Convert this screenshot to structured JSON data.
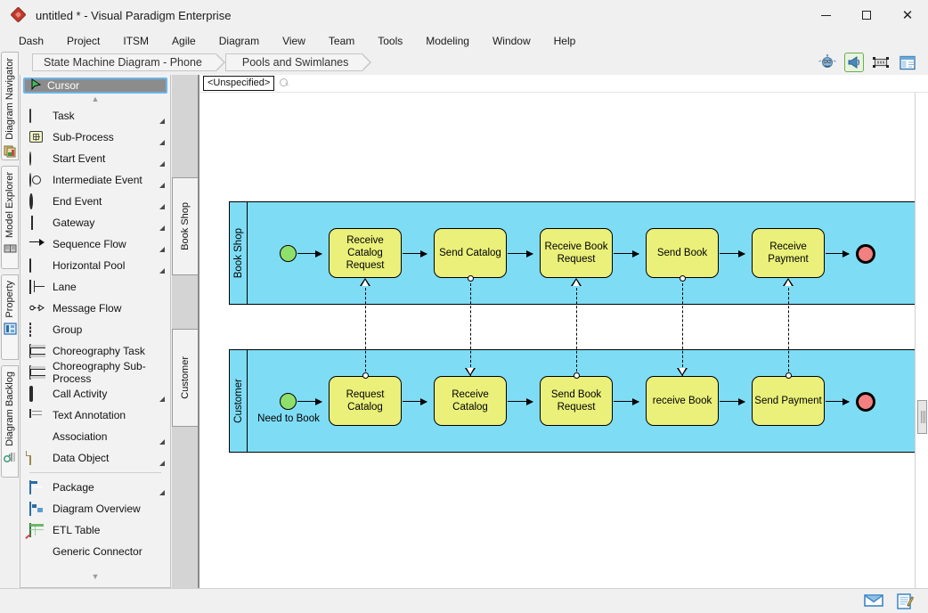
{
  "window": {
    "title": "untitled * - Visual Paradigm Enterprise",
    "app_icon": "visual-paradigm-diamond-icon",
    "minimize": "minimize-icon",
    "maximize": "maximize-icon",
    "close": "close-icon"
  },
  "menubar": {
    "items": [
      {
        "label": "Dash"
      },
      {
        "label": "Project"
      },
      {
        "label": "ITSM"
      },
      {
        "label": "Agile"
      },
      {
        "label": "Diagram"
      },
      {
        "label": "View"
      },
      {
        "label": "Team"
      },
      {
        "label": "Tools"
      },
      {
        "label": "Modeling"
      },
      {
        "label": "Window"
      },
      {
        "label": "Help"
      }
    ]
  },
  "leftrail": {
    "tabs": [
      {
        "label": "Diagram Navigator",
        "icon": "diagram-navigator-icon"
      },
      {
        "label": "Model Explorer",
        "icon": "model-explorer-icon"
      },
      {
        "label": "Property",
        "icon": "property-icon"
      },
      {
        "label": "Diagram Backlog",
        "icon": "diagram-backlog-icon"
      }
    ]
  },
  "breadcrumb": {
    "items": [
      {
        "label": "State Machine Diagram - Phone"
      },
      {
        "label": "Pools and Swimlanes"
      }
    ]
  },
  "toolbar": {
    "icons": [
      {
        "name": "assistant-robot-icon",
        "selected": false
      },
      {
        "name": "announce-megaphone-icon",
        "selected": true
      },
      {
        "name": "fit-resize-icon",
        "selected": false
      },
      {
        "name": "panel-layout-icon",
        "selected": false
      }
    ]
  },
  "palette": {
    "cursor": {
      "label": "Cursor",
      "icon": "cursor-pointer-icon",
      "selected": true
    },
    "scroll_up": "scroll-up-arrow",
    "scroll_down": "scroll-down-arrow",
    "items": [
      {
        "label": "Task",
        "icon": "task-icon",
        "corner": true
      },
      {
        "label": "Sub-Process",
        "icon": "sub-process-icon",
        "corner": true
      },
      {
        "label": "Start Event",
        "icon": "start-event-icon",
        "corner": true
      },
      {
        "label": "Intermediate Event",
        "icon": "intermediate-event-icon",
        "corner": true
      },
      {
        "label": "End Event",
        "icon": "end-event-icon",
        "corner": true
      },
      {
        "label": "Gateway",
        "icon": "gateway-icon",
        "corner": true
      },
      {
        "label": "Sequence Flow",
        "icon": "sequence-flow-icon",
        "corner": true
      },
      {
        "label": "Horizontal Pool",
        "icon": "horizontal-pool-icon",
        "corner": true
      },
      {
        "label": "Lane",
        "icon": "lane-icon",
        "corner": false
      },
      {
        "label": "Message Flow",
        "icon": "message-flow-icon",
        "corner": false
      },
      {
        "label": "Group",
        "icon": "group-icon",
        "corner": false
      },
      {
        "label": "Choreography Task",
        "icon": "choreography-task-icon",
        "corner": false
      },
      {
        "label": "Choreography Sub-Process",
        "icon": "choreography-sub-process-icon",
        "corner": false
      },
      {
        "label": "Call Activity",
        "icon": "call-activity-icon",
        "corner": true
      },
      {
        "label": "Text Annotation",
        "icon": "text-annotation-icon",
        "corner": false
      },
      {
        "label": "Association",
        "icon": "association-icon",
        "corner": true
      },
      {
        "label": "Data Object",
        "icon": "data-object-icon",
        "corner": true
      }
    ],
    "items2": [
      {
        "label": "Package",
        "icon": "package-icon",
        "corner": true
      },
      {
        "label": "Diagram Overview",
        "icon": "diagram-overview-icon",
        "corner": false
      },
      {
        "label": "ETL Table",
        "icon": "etl-table-icon",
        "corner": false
      },
      {
        "label": "Generic Connector",
        "icon": "generic-connector-icon",
        "corner": false
      }
    ]
  },
  "lane_tabs": [
    {
      "label": "Book Shop"
    },
    {
      "label": "Customer"
    }
  ],
  "canvas": {
    "unspecified_label": "<Unspecified>",
    "search_icon": "magnifier-icon"
  },
  "diagram": {
    "pools": [
      {
        "name": "Book Shop",
        "elements": [
          {
            "type": "start-event",
            "label": ""
          },
          {
            "type": "task",
            "label": "Receive Catalog Request"
          },
          {
            "type": "task",
            "label": "Send Catalog"
          },
          {
            "type": "task",
            "label": "Receive Book Request"
          },
          {
            "type": "task",
            "label": "Send Book"
          },
          {
            "type": "task",
            "label": "Receive Payment"
          },
          {
            "type": "end-event",
            "label": ""
          }
        ]
      },
      {
        "name": "Customer",
        "elements": [
          {
            "type": "start-event",
            "label": "Need to Book"
          },
          {
            "type": "task",
            "label": "Request Catalog"
          },
          {
            "type": "task",
            "label": "Receive Catalog"
          },
          {
            "type": "task",
            "label": "Send Book Request"
          },
          {
            "type": "task",
            "label": "receive Book"
          },
          {
            "type": "task",
            "label": "Send Payment"
          },
          {
            "type": "end-event",
            "label": ""
          }
        ]
      }
    ],
    "message_flows": [
      {
        "from": "Request Catalog",
        "to": "Receive Catalog Request",
        "direction": "up"
      },
      {
        "from": "Send Catalog",
        "to": "Receive Catalog",
        "direction": "down"
      },
      {
        "from": "Send Book Request",
        "to": "Receive Book Request",
        "direction": "up"
      },
      {
        "from": "Send Book",
        "to": "receive Book",
        "direction": "down"
      },
      {
        "from": "Send Payment",
        "to": "Receive Payment",
        "direction": "up"
      }
    ],
    "colors": {
      "pool_fill": "#7fdcf5",
      "task_fill": "#eaf07a",
      "start_event_fill": "#8fe06a",
      "end_event_fill": "#f28080",
      "stroke": "#000000"
    }
  },
  "statusbar": {
    "icons": [
      {
        "name": "mail-envelope-icon"
      },
      {
        "name": "note-edit-icon"
      }
    ]
  }
}
